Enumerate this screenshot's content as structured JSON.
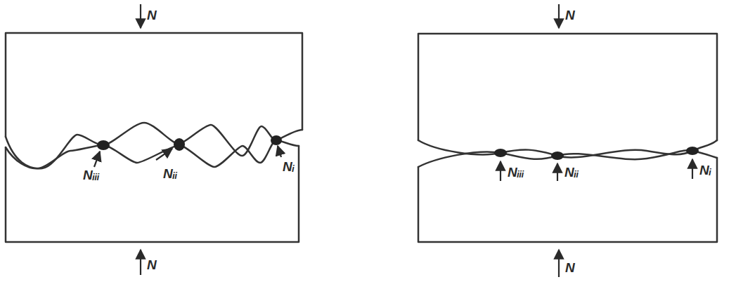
{
  "diagram": {
    "labels": [
      "N",
      "Nᵢᵢᵢ",
      "Nᵢᵢ",
      "Nᵢ",
      "N",
      "N",
      "Nᵢᵢᵢ",
      "Nᵢᵢ",
      "Nᵢ",
      "N"
    ]
  }
}
